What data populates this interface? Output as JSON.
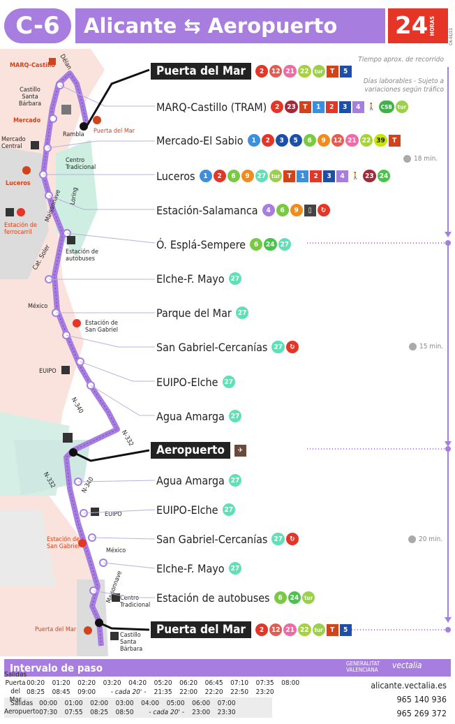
{
  "header": {
    "route": "C-6",
    "title": "Alicante ⇆ Aeropuerto",
    "hours_num": "24",
    "hours_txt": "HORAS",
    "code": "C6-01/21"
  },
  "notes": {
    "travel_time": "Tiempo aprox. de recorrido",
    "weekday": "Días laborables - Sujeto a variaciones según tráfico"
  },
  "times": [
    "18 min.",
    "15 min.",
    "20 min."
  ],
  "stops_out": [
    {
      "name": "Puerta del Mar",
      "major": true
    },
    {
      "name": "MARQ-Castillo (TRAM)"
    },
    {
      "name": "Mercado-El Sabio"
    },
    {
      "name": "Luceros"
    },
    {
      "name": "Estación-Salamanca"
    },
    {
      "name": "Ó. Esplá-Sempere"
    },
    {
      "name": "Elche-F. Mayo"
    },
    {
      "name": "Parque del Mar"
    },
    {
      "name": "San Gabriel-Cercanías"
    },
    {
      "name": "EUIPO-Elche"
    },
    {
      "name": "Agua Amarga"
    }
  ],
  "airport": {
    "name": "Aeropuerto"
  },
  "stops_back": [
    {
      "name": "Agua Amarga"
    },
    {
      "name": "EUIPO-Elche"
    },
    {
      "name": "San Gabriel-Cercanías"
    },
    {
      "name": "Elche-F. Mayo"
    },
    {
      "name": "Estación de autobuses"
    },
    {
      "name": "Puerta del Mar",
      "major": true
    }
  ],
  "badges": {
    "puerta": [
      "2",
      "12",
      "21",
      "22",
      "tur",
      "T",
      "5"
    ],
    "marq": [
      "2",
      "23",
      "T",
      "1",
      "2",
      "3",
      "4",
      "walk",
      "CSB",
      "tur"
    ],
    "mercado": [
      "1",
      "2",
      "3",
      "5",
      "6",
      "9",
      "12",
      "21",
      "22",
      "39",
      "T"
    ],
    "luceros": [
      "1",
      "2",
      "6",
      "9",
      "27",
      "tur",
      "T",
      "1",
      "2",
      "3",
      "4",
      "walk",
      "23",
      "24"
    ],
    "estacion": [
      "4",
      "6",
      "9",
      "train",
      "renfe"
    ],
    "espla": [
      "6",
      "24",
      "27"
    ],
    "n27": [
      "27"
    ],
    "sangabriel": [
      "27",
      "renfe"
    ],
    "autobuses": [
      "6",
      "24",
      "tur"
    ]
  },
  "map_labels": {
    "marq": "MARQ-Castillo",
    "castillo": "Castillo Santa Bárbara",
    "mercado": "Mercado",
    "mercado_central": "Mercado Central",
    "centro": "Centro Tradicional",
    "luceros": "Luceros",
    "rambla": "Rambla",
    "puerta": "Puerta del Mar",
    "estacion_ferro": "Estación de ferrocarril",
    "estacion_auto": "Estación de autobuses",
    "sangabriel": "Estación de San Gabriel",
    "euipo": "EUIPO",
    "n340": "N-340",
    "n332": "N-332",
    "mexico": "México",
    "maisonnave": "Maisonnave",
    "loring": "Loring",
    "calsoler": "Cat. Soler",
    "delan": "Délan"
  },
  "footer": {
    "title": "Intervalo de paso",
    "row1_label": "Salidas Puerta del Mar",
    "row1_a": [
      "00:20",
      "01:20",
      "02:20",
      "03:20",
      "04:20",
      "05:20",
      "06:20",
      "06:45",
      "07:10",
      "07:35",
      "08:00"
    ],
    "row1_b": [
      "08:25",
      "08:45",
      "09:00",
      "- cada 20' -",
      "",
      "21:35",
      "22:00",
      "22:20",
      "22:50",
      "23:20",
      ""
    ],
    "row2_label": "Salidas Aeropuerto",
    "row2_a": [
      "00:00",
      "01:00",
      "02:00",
      "03:00",
      "04:00",
      "05:00",
      "06:00",
      "07:00",
      "",
      "",
      ""
    ],
    "row2_b": [
      "07:30",
      "07:55",
      "08:25",
      "08:50",
      "- cada 20' -",
      "",
      "23:00",
      "23:30",
      "",
      "",
      ""
    ],
    "web": "alicante.vectalia.es",
    "phone1": "965 140 936",
    "phone2": "965 269 372",
    "logo1": "GENERALITAT VALENCIANA",
    "logo2": "vectalia"
  },
  "colors": {
    "purple": "#a77de0",
    "red": "#e53527",
    "teal": "#5fe0b6",
    "line": "#9b6ce0"
  }
}
